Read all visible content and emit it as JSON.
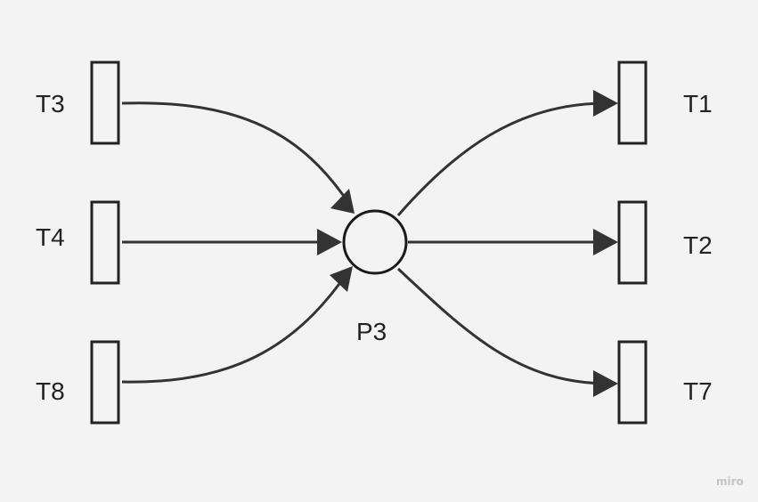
{
  "diagram": {
    "place": {
      "id": "p3",
      "label": "P3"
    },
    "input_transitions": [
      {
        "id": "t3",
        "label": "T3"
      },
      {
        "id": "t4",
        "label": "T4"
      },
      {
        "id": "t8",
        "label": "T8"
      }
    ],
    "output_transitions": [
      {
        "id": "t1",
        "label": "T1"
      },
      {
        "id": "t2",
        "label": "T2"
      },
      {
        "id": "t7",
        "label": "T7"
      }
    ],
    "arcs": [
      {
        "from": "t3",
        "to": "p3"
      },
      {
        "from": "t4",
        "to": "p3"
      },
      {
        "from": "t8",
        "to": "p3"
      },
      {
        "from": "p3",
        "to": "t1"
      },
      {
        "from": "p3",
        "to": "t2"
      },
      {
        "from": "p3",
        "to": "t7"
      }
    ]
  },
  "watermark": "miro",
  "colors": {
    "background": "#f3f3f3",
    "stroke": "#222222",
    "arc": "#333333"
  }
}
